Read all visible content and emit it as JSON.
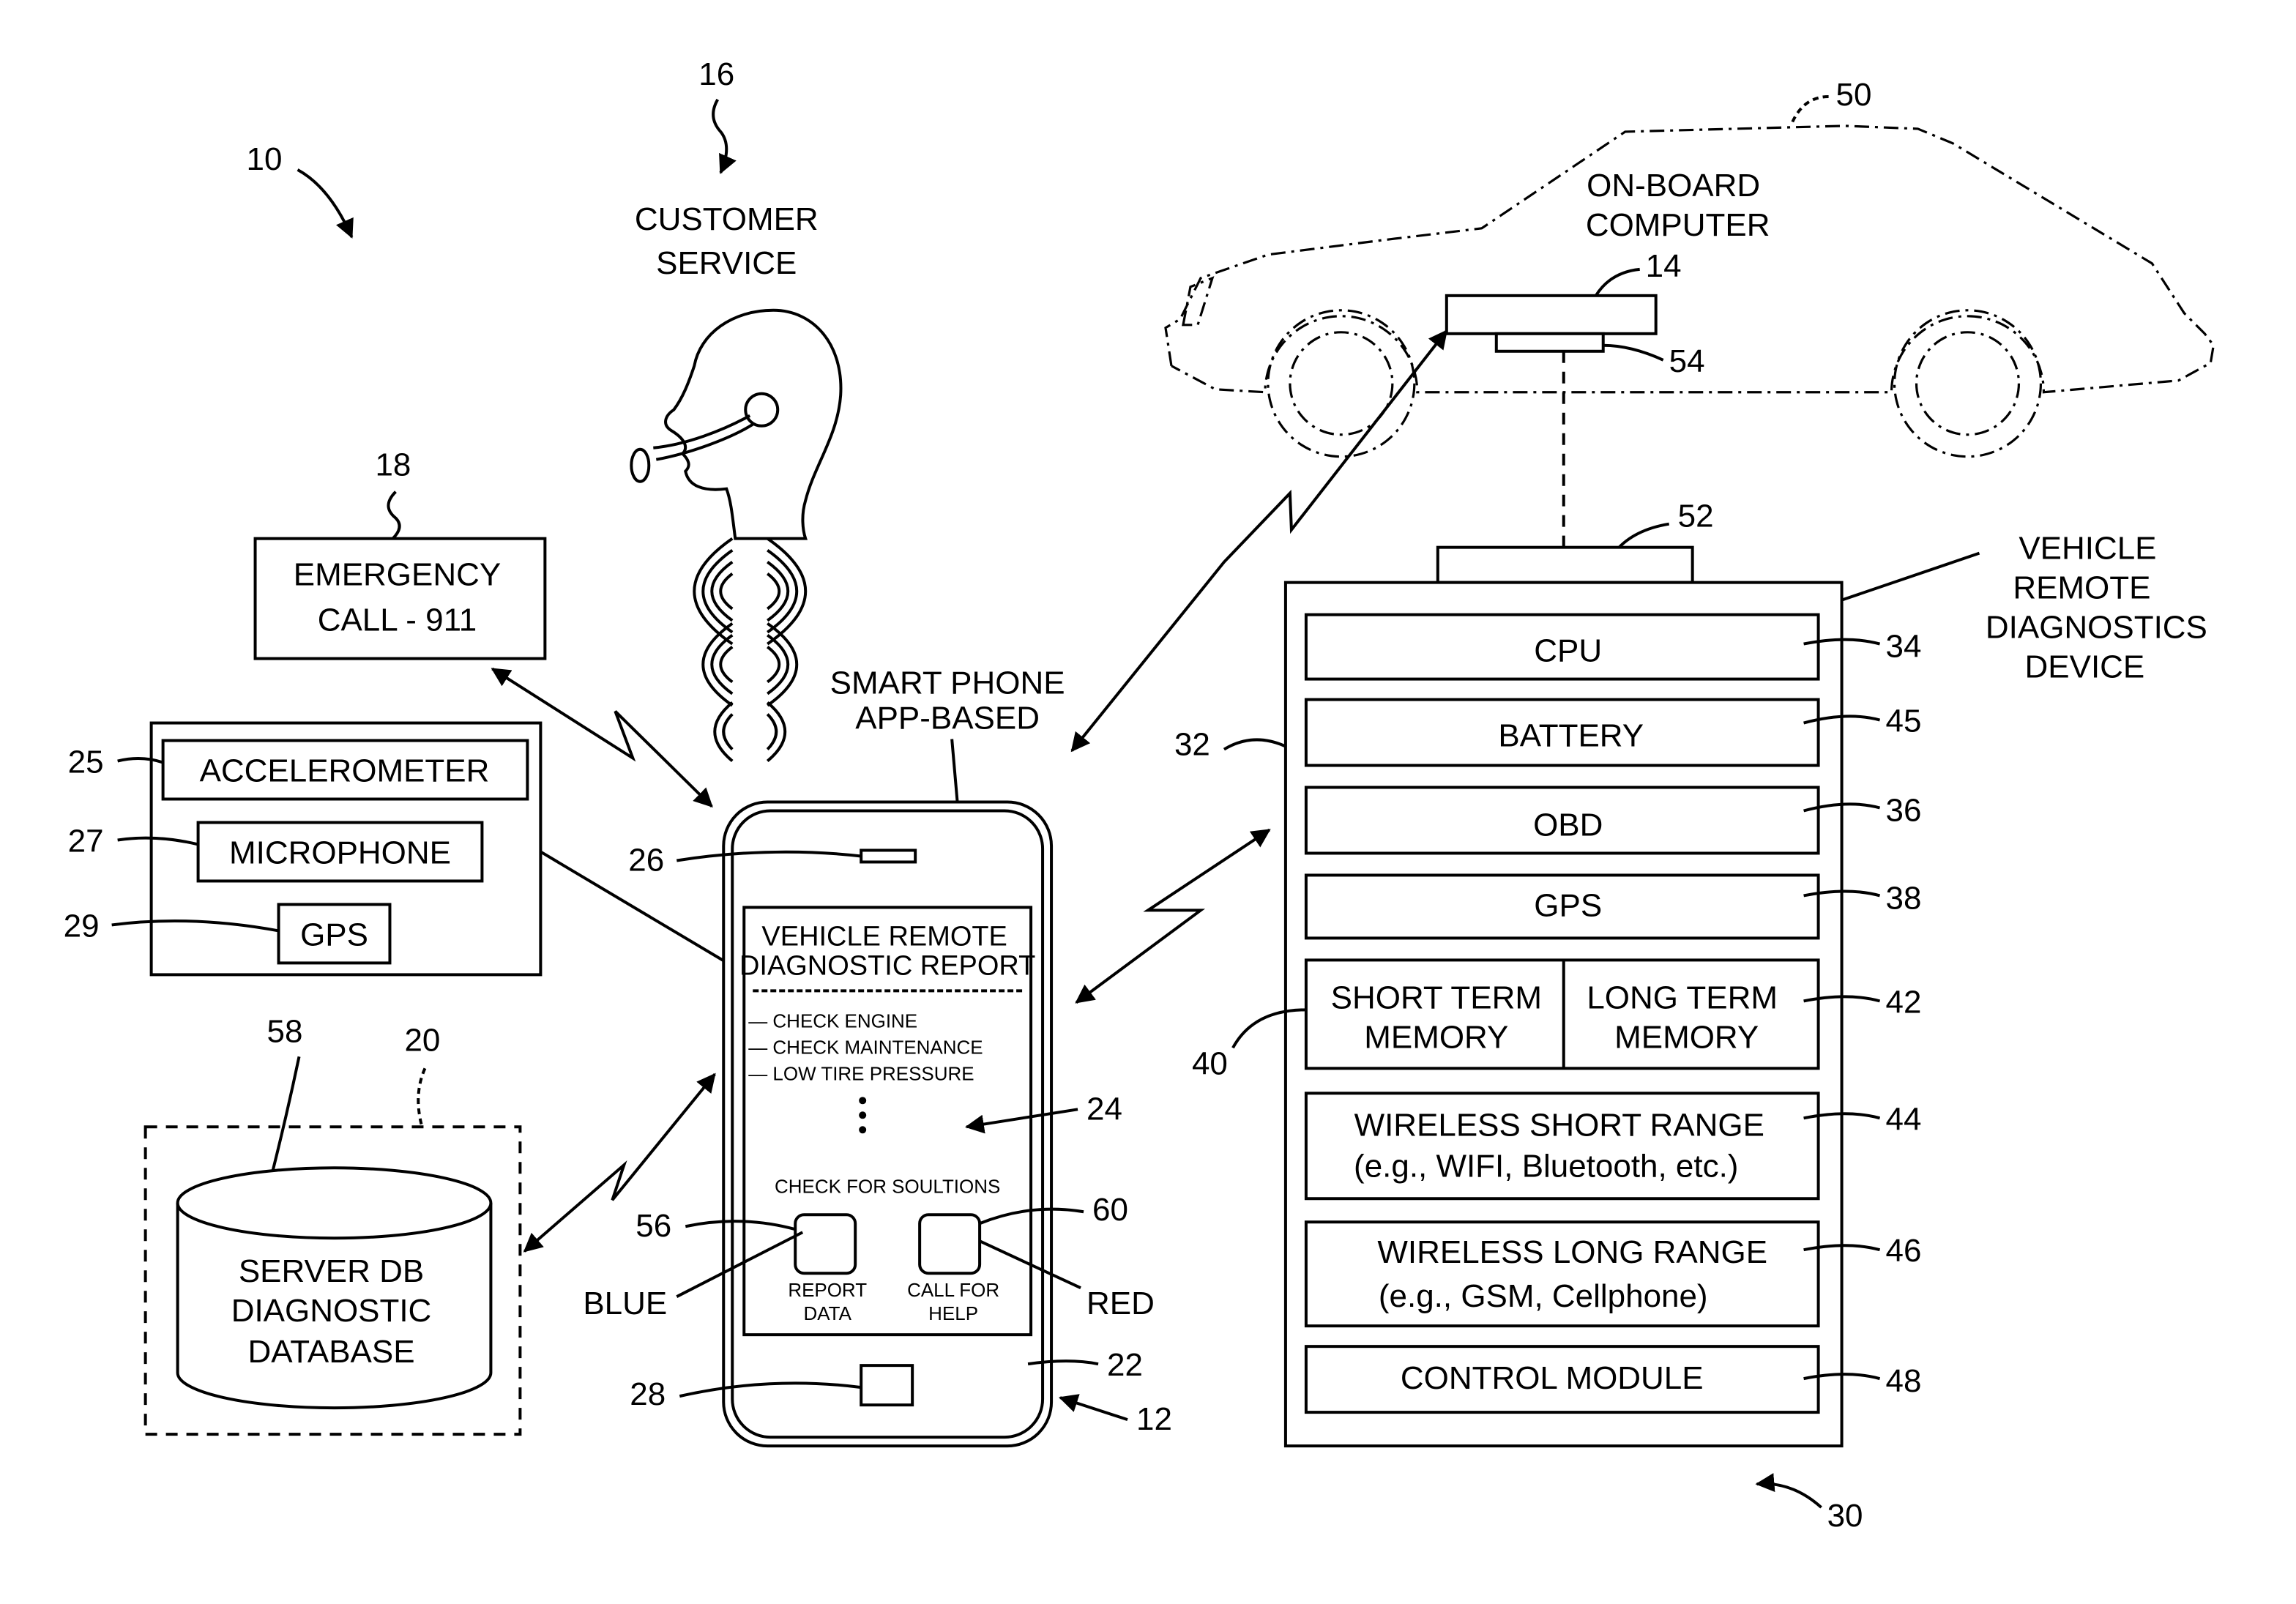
{
  "labels": {
    "system": "10",
    "smartphone": "12",
    "onboard_computer": "14",
    "customer_service": "16",
    "emergency_call": "18",
    "server_group": "20",
    "phone_body": "22",
    "phone_screen": "24",
    "accelerometer": "25",
    "earpiece": "26",
    "microphone": "27",
    "home_button": "28",
    "gps": "29",
    "device": "30",
    "device_housing": "32",
    "cpu": "34",
    "obd": "36",
    "dev_gps": "38",
    "memory": "40",
    "long_term_memory": "42",
    "wireless_short": "44",
    "battery": "45",
    "wireless_long": "46",
    "control_module": "48",
    "vehicle": "50",
    "connector": "52",
    "obd_port": "54",
    "blue_button": "56",
    "server_db": "58",
    "red_button": "60"
  },
  "text": {
    "customer_service_1": "CUSTOMER",
    "customer_service_2": "SERVICE",
    "emergency_1": "EMERGENCY",
    "emergency_2": "CALL - 911",
    "accelerometer": "ACCELEROMETER",
    "microphone": "MICROPHONE",
    "gps": "GPS",
    "server_1": "SERVER DB",
    "server_2": "DIAGNOSTIC",
    "server_3": "DATABASE",
    "app_1": "SMART PHONE",
    "app_2": "APP-BASED",
    "report_title_1": "VEHICLE REMOTE",
    "report_title_2": "DIAGNOSTIC REPORT",
    "check_engine": "— CHECK ENGINE",
    "check_maintenance": "— CHECK MAINTENANCE",
    "low_tire": "— LOW TIRE PRESSURE",
    "check_solutions": "CHECK FOR SOULTIONS",
    "report_1": "REPORT",
    "report_2": "DATA",
    "call_1": "CALL FOR",
    "call_2": "HELP",
    "blue": "BLUE",
    "red": "RED",
    "onboard_1": "ON-BOARD",
    "onboard_2": "COMPUTER",
    "device_1": "VEHICLE",
    "device_2": "REMOTE",
    "device_3": "DIAGNOSTICS",
    "device_4": "DEVICE",
    "cpu": "CPU",
    "battery": "BATTERY",
    "obd": "OBD",
    "dev_gps": "GPS",
    "short_mem_1": "SHORT TERM",
    "short_mem_2": "MEMORY",
    "long_mem_1": "LONG TERM",
    "long_mem_2": "MEMORY",
    "wsr_1": "WIRELESS SHORT RANGE",
    "wsr_2": "(e.g., WIFI, Bluetooth, etc.)",
    "wlr_1": "WIRELESS LONG RANGE",
    "wlr_2": "(e.g., GSM, Cellphone)",
    "control_module": "CONTROL MODULE"
  }
}
